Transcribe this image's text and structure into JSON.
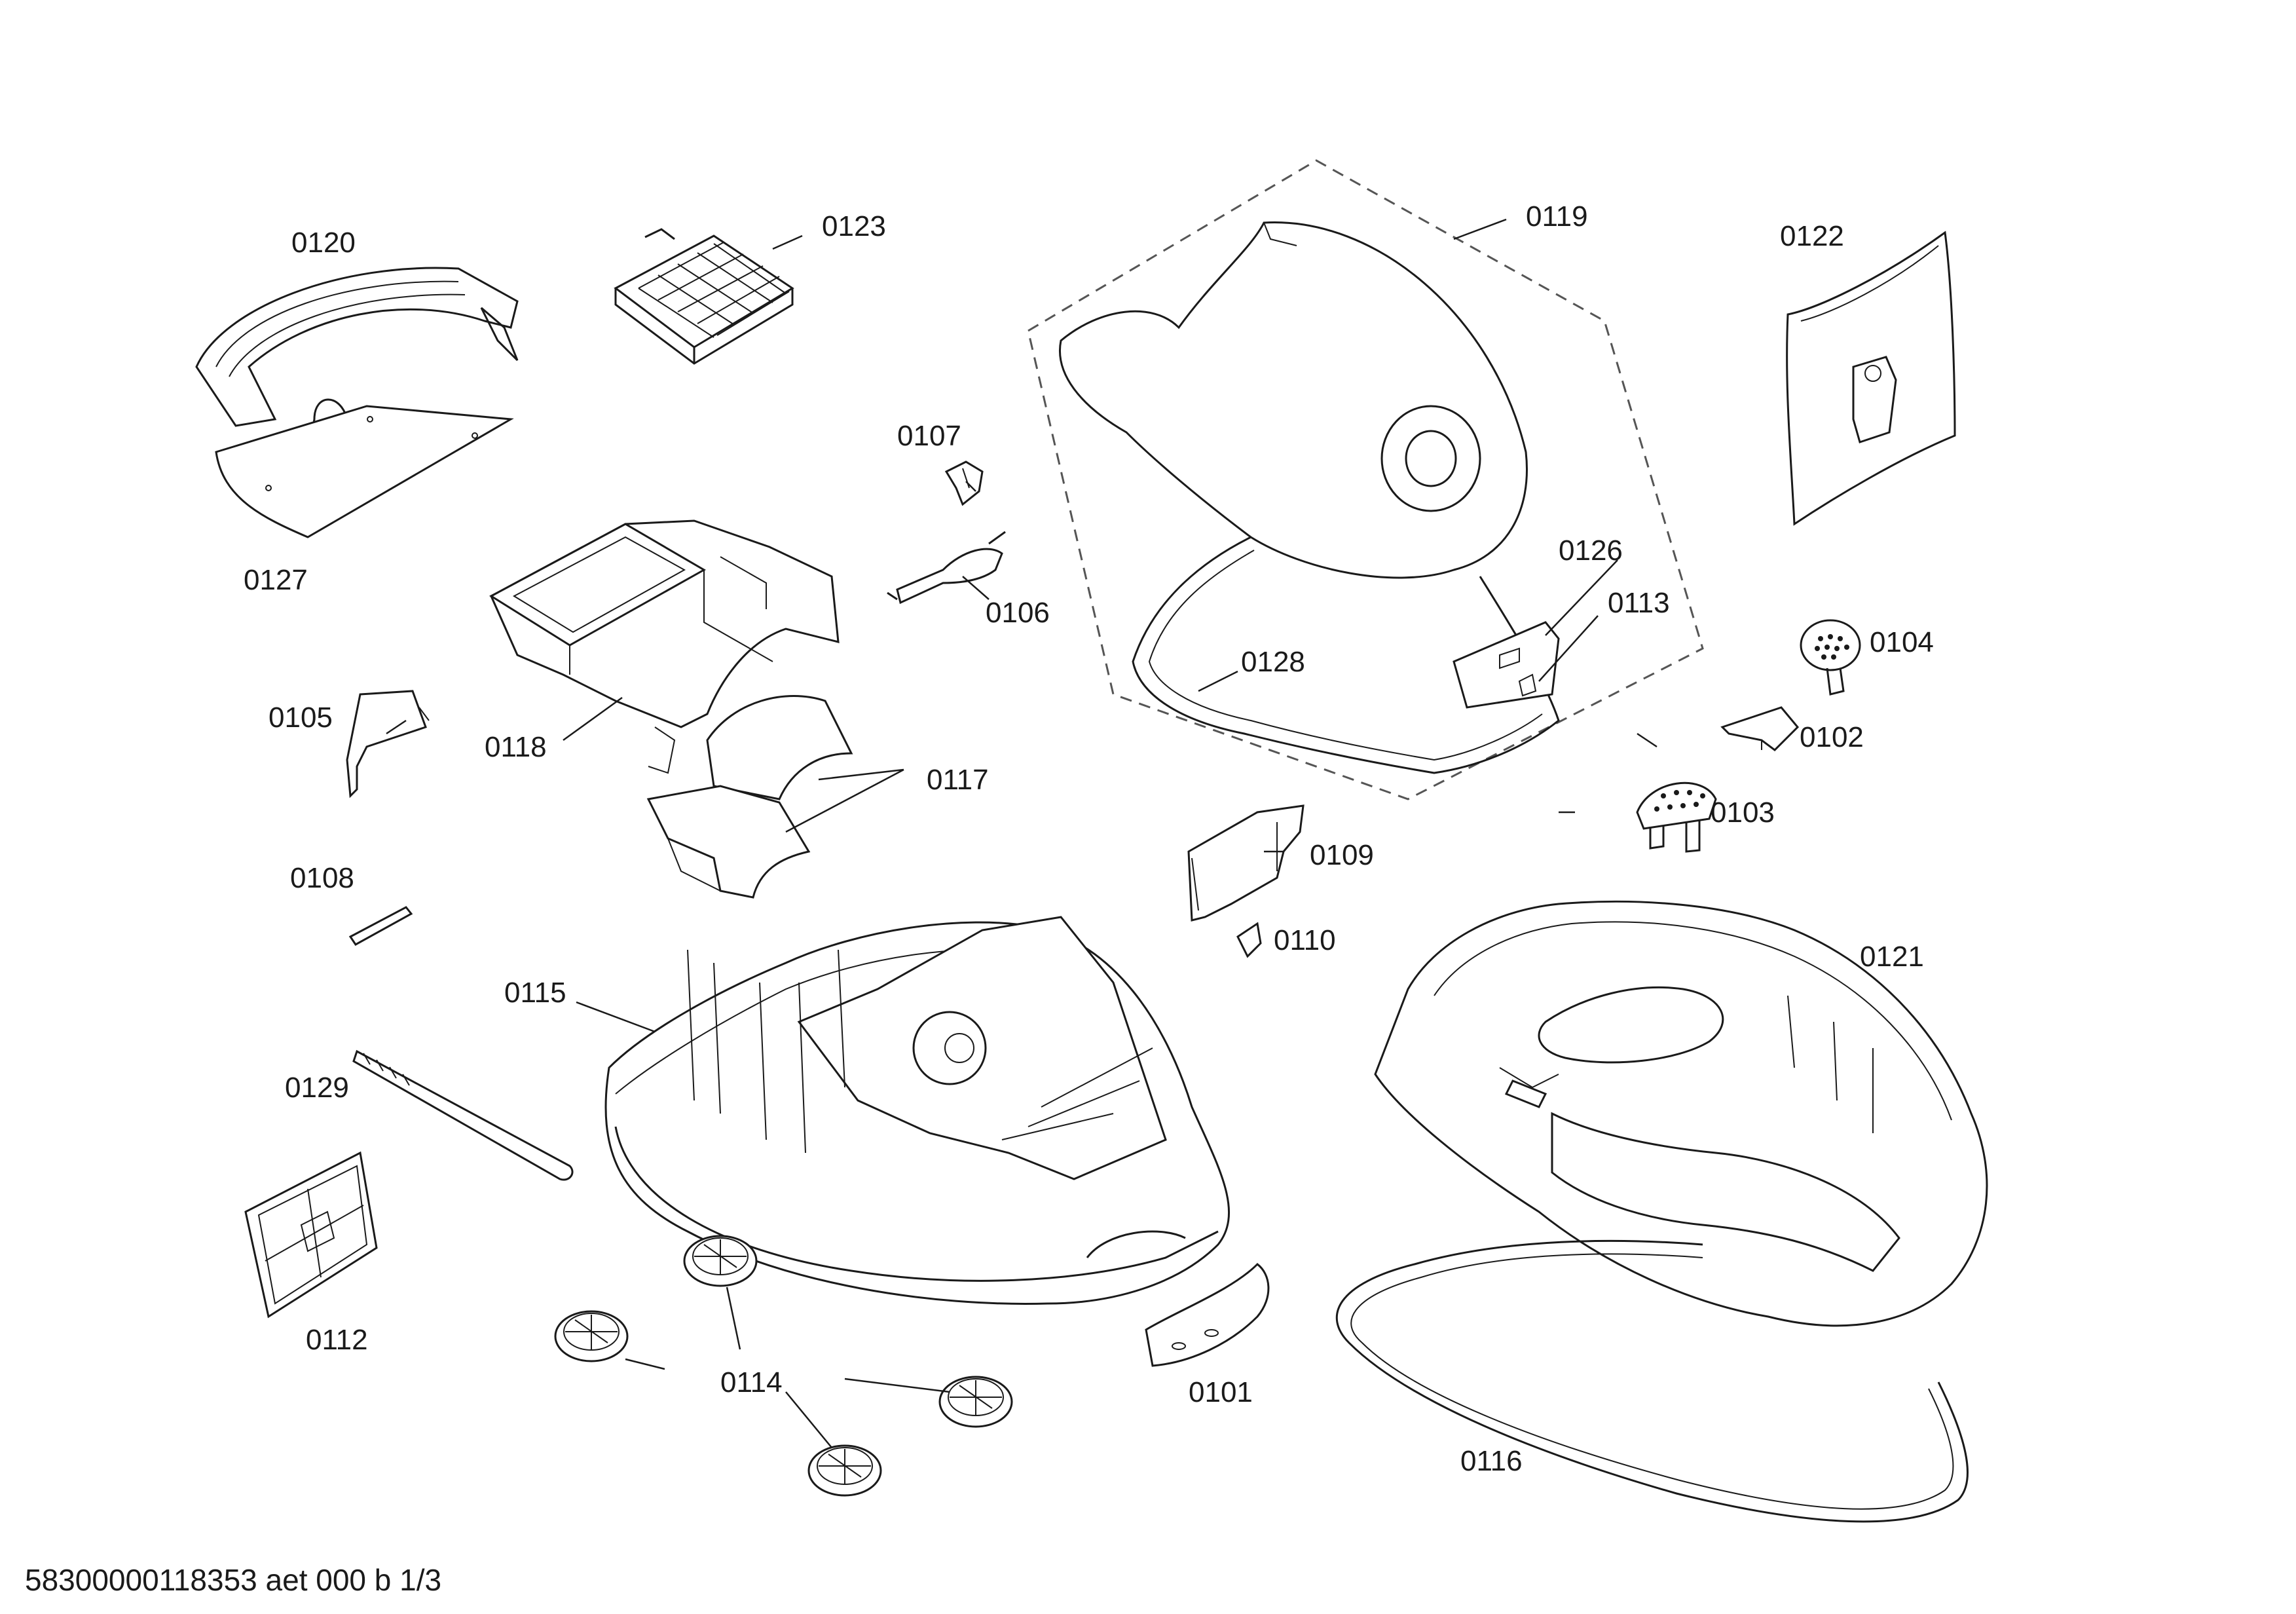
{
  "diagram": {
    "footer": "58300000118353 aet 000 b 1/3",
    "parts": [
      {
        "id": "0120"
      },
      {
        "id": "0123"
      },
      {
        "id": "0119"
      },
      {
        "id": "0122"
      },
      {
        "id": "0127"
      },
      {
        "id": "0107"
      },
      {
        "id": "0106"
      },
      {
        "id": "0126"
      },
      {
        "id": "0113"
      },
      {
        "id": "0104"
      },
      {
        "id": "0128"
      },
      {
        "id": "0105"
      },
      {
        "id": "0118"
      },
      {
        "id": "0117"
      },
      {
        "id": "0102"
      },
      {
        "id": "0103"
      },
      {
        "id": "0109"
      },
      {
        "id": "0108"
      },
      {
        "id": "0110"
      },
      {
        "id": "0115"
      },
      {
        "id": "0121"
      },
      {
        "id": "0129"
      },
      {
        "id": "0112"
      },
      {
        "id": "0114"
      },
      {
        "id": "0101"
      },
      {
        "id": "0116"
      }
    ]
  }
}
